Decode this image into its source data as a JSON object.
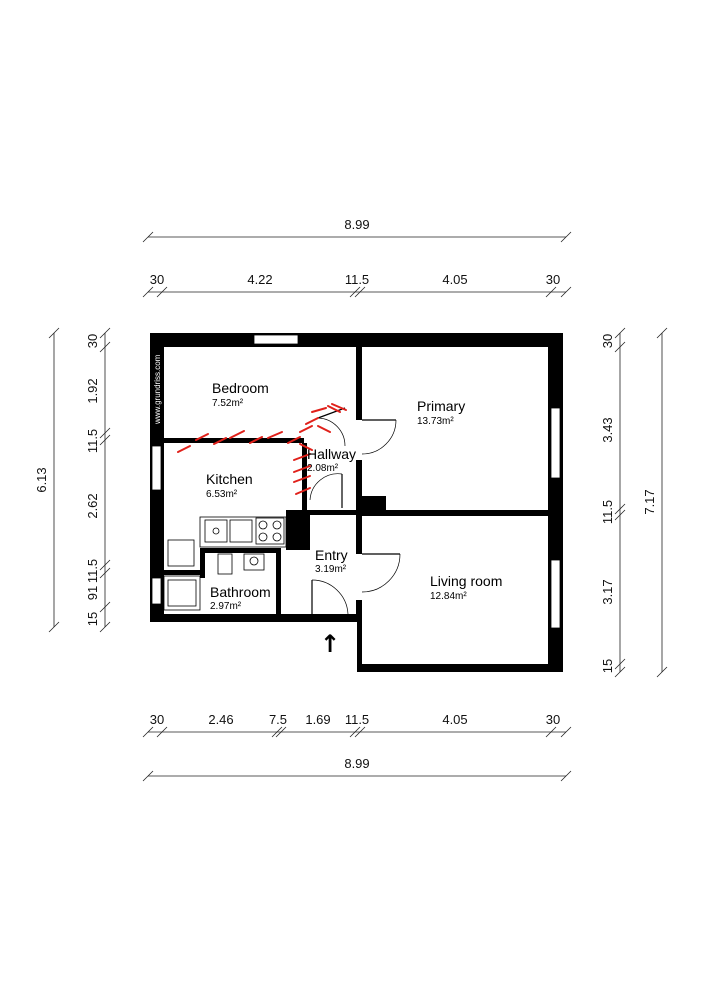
{
  "watermark": "www.grundriss.com",
  "rooms": {
    "bedroom": {
      "name": "Bedroom",
      "area": "7.52m²"
    },
    "primary": {
      "name": "Primary",
      "area": "13.73m²"
    },
    "kitchen": {
      "name": "Kitchen",
      "area": "6.53m²"
    },
    "hallway": {
      "name": "Hallway",
      "area": "2.08m²"
    },
    "entry": {
      "name": "Entry",
      "area": "3.19m²"
    },
    "bathroom": {
      "name": "Bathroom",
      "area": "2.97m²"
    },
    "living": {
      "name": "Living room",
      "area": "12.84m²"
    }
  },
  "dims": {
    "top_total": "8.99",
    "top_segments": [
      "30",
      "4.22",
      "11.5",
      "4.05",
      "30"
    ],
    "bottom_segments": [
      "30",
      "2.46",
      "7.5",
      "1.69",
      "11.5",
      "4.05",
      "30"
    ],
    "bottom_total": "8.99",
    "left_total": "6.13",
    "left_segments": [
      "30",
      "1.92",
      "11.5",
      "2.62",
      "11.5",
      "91",
      "15"
    ],
    "right_segments": [
      "30",
      "3.43",
      "11.5",
      "3.17",
      "15"
    ],
    "right_total": "7.17"
  },
  "entrance_marker": "↑"
}
